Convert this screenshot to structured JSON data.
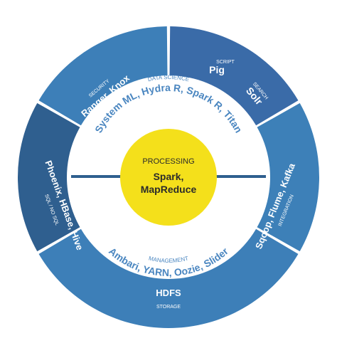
{
  "segments": {
    "security": {
      "title": "Ranger, Knox",
      "category": "SECURITY",
      "color": "#3d7fb8"
    },
    "script": {
      "title": "Pig",
      "category": "SCRIPT",
      "color": "#3a6ba8"
    },
    "search": {
      "title": "Solr",
      "category": "SEARCH",
      "color": "#3a6ba8"
    },
    "integration": {
      "title": "Sqoop, Flume, Kafka",
      "category": "INTEGRATION",
      "color": "#3d80b8"
    },
    "storage": {
      "title": "HDFS",
      "category": "STORAGE",
      "color": "#3d7fb8"
    },
    "sql": {
      "title": "Phoenix, HBase, Hive",
      "category": "SQL / NO SQL",
      "color": "#2f5f8f"
    }
  },
  "inner": {
    "data_science": {
      "title": "System ML, Hydra R, Spark R, Titan",
      "category": "DATA SCIENCE"
    },
    "management": {
      "title": "Ambari, YARN, Oozie, Slider",
      "category": "MANAGEMENT"
    }
  },
  "center": {
    "category": "PROCESSING",
    "title_line1": "Spark,",
    "title_line2": "MapReduce",
    "color": "#f4e01b"
  },
  "colors": {
    "outer_ring_light": "#4a90c4",
    "outer_ring_dark": "#2f5f8f",
    "inner_ring_bg": "#ffffff",
    "inner_text": "#4a86c0",
    "divider": "#2f5f8f"
  }
}
